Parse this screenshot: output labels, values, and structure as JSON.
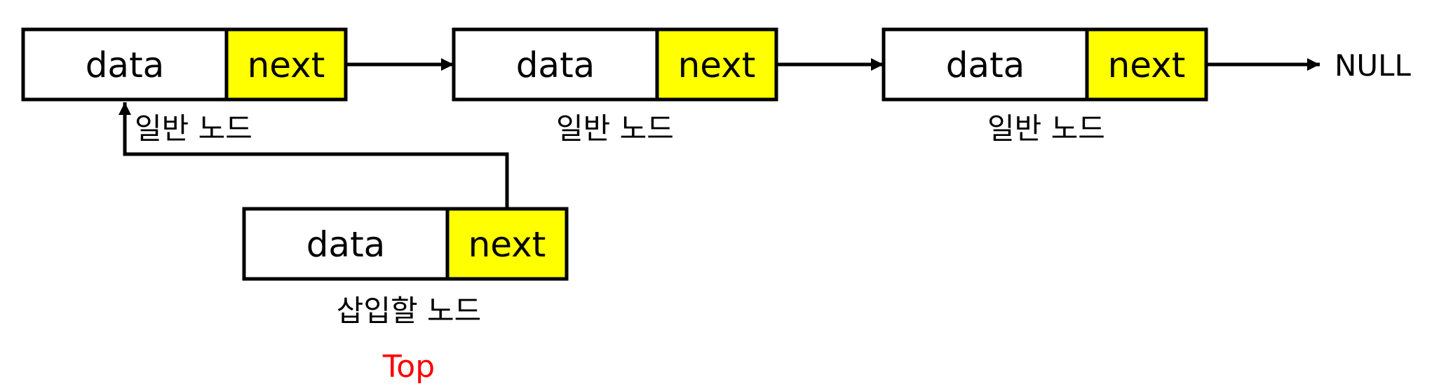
{
  "nodes": [
    {
      "data_label": "data",
      "next_label": "next",
      "caption": "일반 노드"
    },
    {
      "data_label": "data",
      "next_label": "next",
      "caption": "일반 노드"
    },
    {
      "data_label": "data",
      "next_label": "next",
      "caption": "일반 노드"
    }
  ],
  "new_node": {
    "data_label": "data",
    "next_label": "next",
    "caption": "삽입할 노드",
    "pointer_label": "Top"
  },
  "terminator": "NULL",
  "colors": {
    "data_fill": "#ffffff",
    "next_fill": "#ffff00",
    "stroke": "#000000",
    "top_label": "#ff0000"
  }
}
